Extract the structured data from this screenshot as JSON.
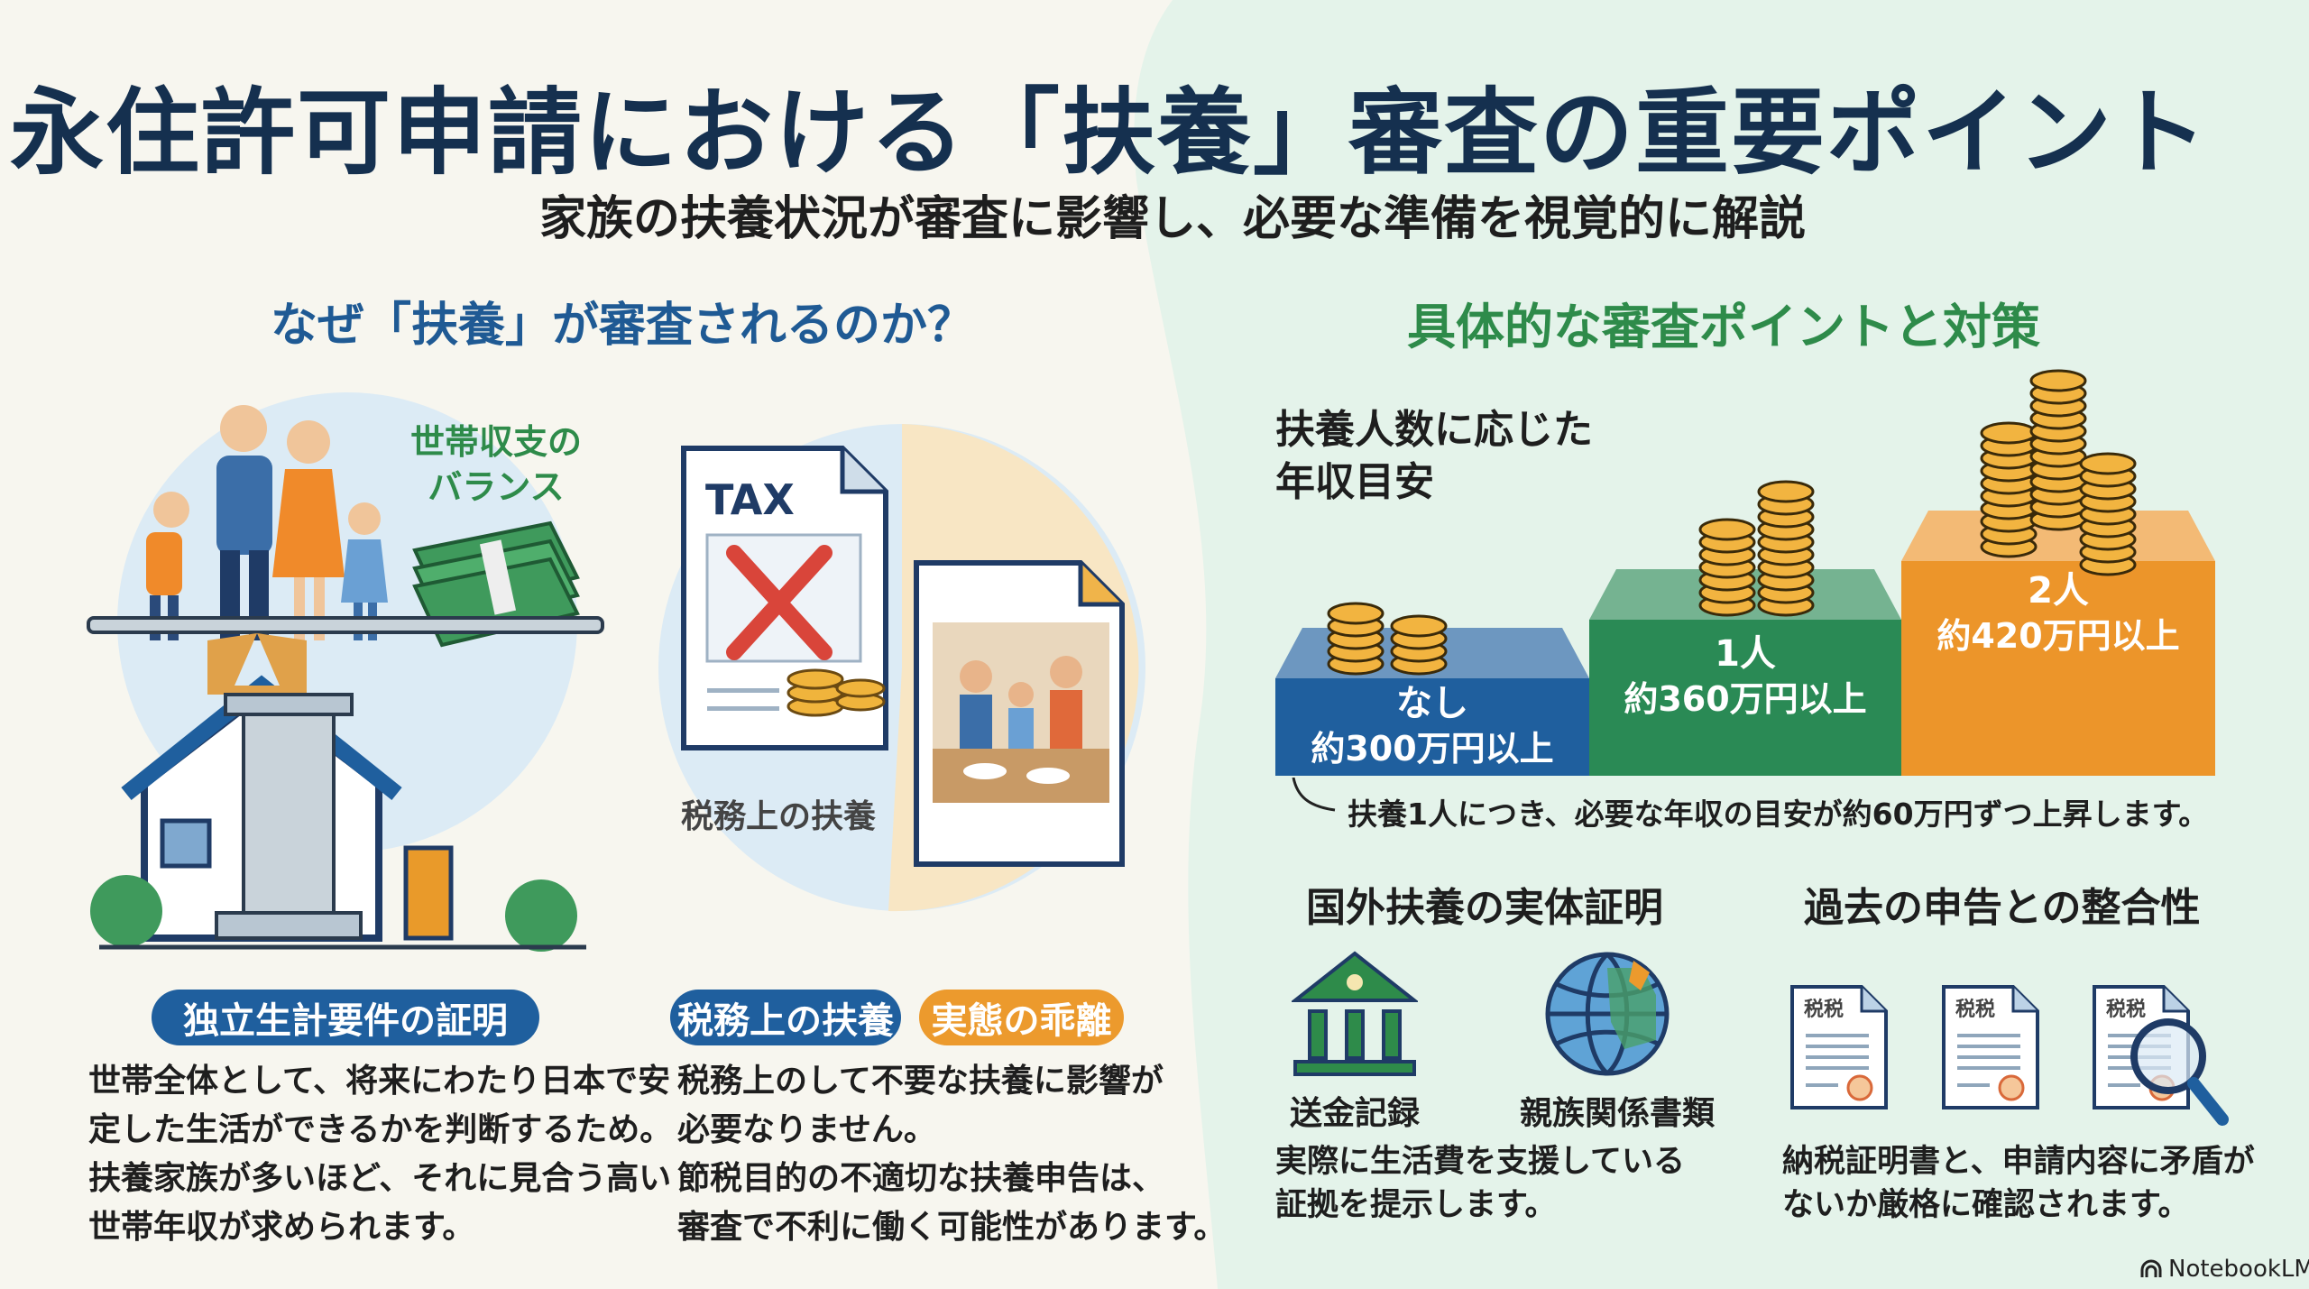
{
  "header": {
    "title": "永住許可申請における「扶養」審査の重要ポイント",
    "subtitle": "家族の扶養状況が審査に影響し、必要な準備を視覚的に解説"
  },
  "left": {
    "heading": "なぜ「扶養」が審査されるのか？",
    "balance_label_1": "世帯収支の",
    "balance_label_2": "バランス",
    "tax_doc_text": "TAX",
    "tax_label": "税務上の扶養",
    "pill_1": "独立生計要件の証明",
    "pill_2": "税務上の扶養",
    "pill_3": "実態の乖離",
    "body_1": [
      "世帯全体として、将来にわたり日本で安",
      "定した生活ができるかを判断するため。",
      "扶養家族が多いほど、それに見合う高い",
      "世帯年収が求められます。"
    ],
    "body_2": [
      "税務上のして不要な扶養に影響が",
      "必要なりません。",
      "節税目的の不適切な扶養申告は、",
      "審査で不利に働く可能性があります。"
    ]
  },
  "right": {
    "heading": "具体的な審査ポイントと対策",
    "chart_title_1": "扶養人数に応じた",
    "chart_title_2": "年収目安",
    "steps": [
      {
        "people": "なし",
        "value": "約300万円以上",
        "amount": 300,
        "color": "#1f5f9e"
      },
      {
        "people": "1人",
        "value": "約360万円以上",
        "amount": 360,
        "color": "#2a8a55"
      },
      {
        "people": "2人",
        "value": "約420万円以上",
        "amount": 420,
        "color": "#ec952a"
      }
    ],
    "caption": "扶養1人につき、必要な年収の目安が約60万円ずつ上昇します。",
    "section_1": {
      "heading": "国外扶養の実体証明",
      "icon_1_label": "送金記録",
      "icon_2_label": "親族関係書類",
      "body": [
        "実際に生活費を支援している",
        "証拠を提示します。"
      ]
    },
    "section_2": {
      "heading": "過去の申告との整合性",
      "doc_label": "税税",
      "body": [
        "納税証明書と、申請内容に矛盾が",
        "ないか厳格に確認されます。"
      ]
    }
  },
  "footer": {
    "brand": "NotebookLM"
  },
  "colors": {
    "navy": "#15304f",
    "blue": "#1f5f9e",
    "green": "#2e8b4a",
    "orange": "#ec9a2d",
    "mint": "#e4f3ea",
    "cream": "#f7f6ef"
  }
}
